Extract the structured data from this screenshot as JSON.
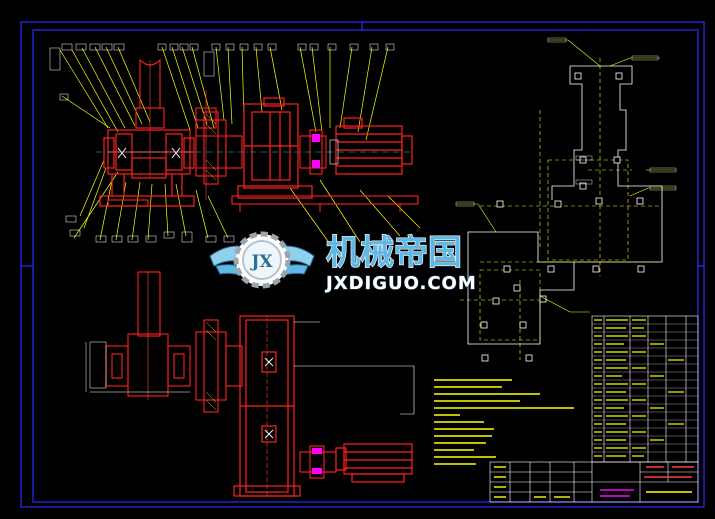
{
  "colors": {
    "background": "#000000",
    "frame": "#2020ff",
    "leader": "#ffff00",
    "part": "#ff2020",
    "hidden": "#00ffff",
    "white": "#ffffff",
    "magenta": "#ff00ff",
    "watermark_text": "#5fb8e6"
  },
  "watermark": {
    "cn": "机械帝国",
    "en": "JXDIGUO.COM",
    "badge": "JX",
    "icon": "gear-wings-logo"
  }
}
